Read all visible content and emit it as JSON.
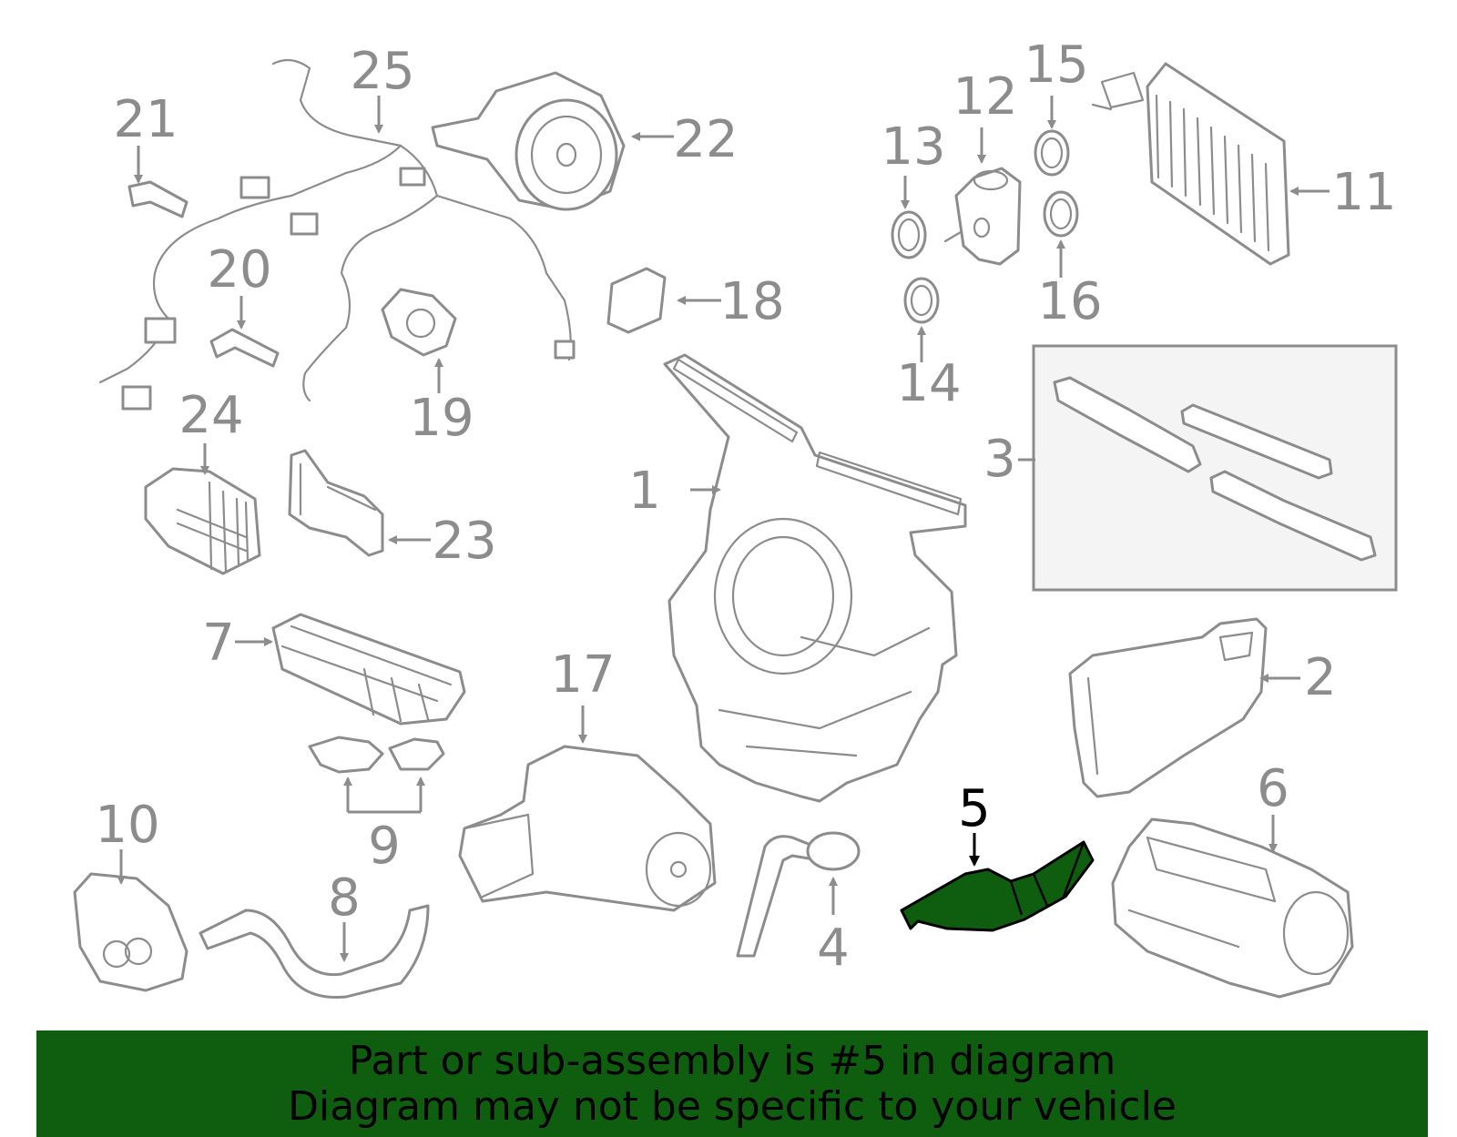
{
  "callouts": [
    "1",
    "2",
    "3",
    "4",
    "5",
    "6",
    "7",
    "8",
    "9",
    "10",
    "11",
    "12",
    "13",
    "14",
    "15",
    "16",
    "17",
    "18",
    "19",
    "20",
    "21",
    "22",
    "23",
    "24",
    "25"
  ],
  "highlighted_part": "5",
  "colors": {
    "highlight": "#0f5e0f",
    "banner": "#0f5e0f",
    "line_art": "#8c8c8c"
  },
  "banner": {
    "line1": "Part or sub-assembly is #5 in diagram",
    "line2": "Diagram may not be specific to your vehicle"
  }
}
